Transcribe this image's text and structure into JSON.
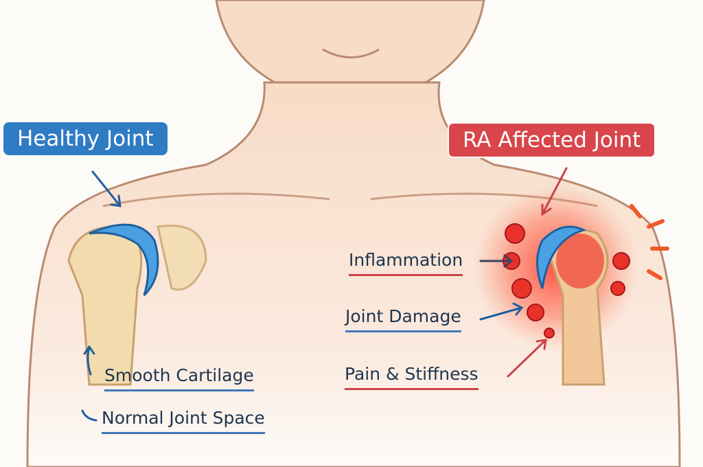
{
  "labels": {
    "healthy": "Healthy Joint",
    "ra": "RA Affected Joint",
    "inflammation": "Inflammation",
    "joint_damage": "Joint Damage",
    "pain": "Pain & Stiffness",
    "cartilage": "Smooth Cartilage",
    "joint_space": "Normal Joint Space"
  },
  "colors": {
    "healthy": "#2f7bc4",
    "ra": "#d8454a",
    "skin": "#f7dcc6",
    "inflammation": "#e8322a"
  }
}
